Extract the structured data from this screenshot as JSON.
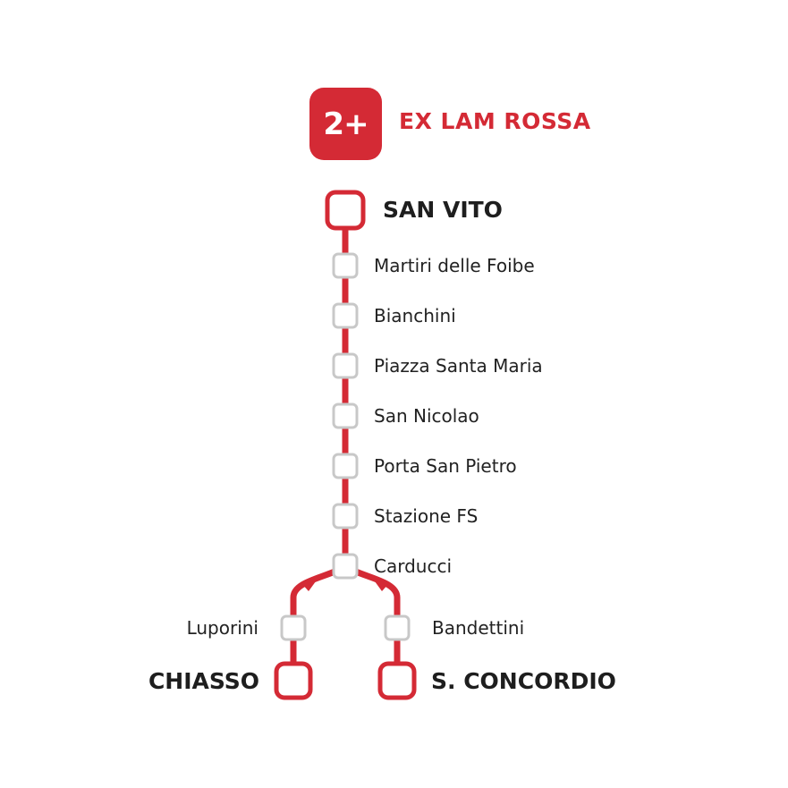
{
  "line": {
    "number": "2+",
    "name": "EX LAM ROSSA"
  },
  "colors": {
    "line": "#d42a35",
    "stop_border": "#c8c8c8",
    "text": "#222222"
  },
  "origin": {
    "name": "SAN VITO"
  },
  "trunk_stops": [
    "Martiri delle Foibe",
    "Bianchini",
    "Piazza Santa Maria",
    "San Nicolao",
    "Porta San Pietro",
    "Stazione FS",
    "Carducci"
  ],
  "branches": [
    {
      "stop": "Luporini",
      "terminus": "CHIASSO"
    },
    {
      "stop": "Bandettini",
      "terminus": "S. CONCORDIO"
    }
  ]
}
